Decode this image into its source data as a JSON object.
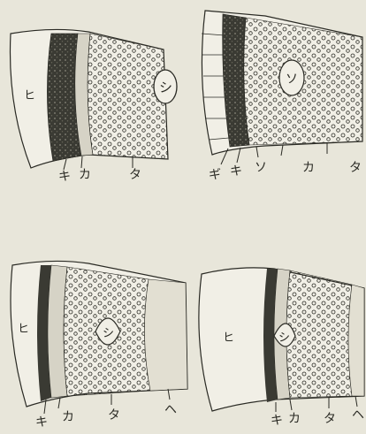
{
  "panels": [
    {
      "region_label": "ヒ",
      "inner_label": "シ",
      "bottom_labels": [
        "キ",
        "カ",
        "タ"
      ]
    },
    {
      "region_label": "",
      "inner_label": "ソ",
      "bottom_labels": [
        "ギ",
        "キ",
        "ソ",
        "カ",
        "タ"
      ]
    },
    {
      "region_label": "ヒ",
      "inner_label": "シ",
      "bottom_labels": [
        "キ",
        "カ",
        "タ",
        "ヘ"
      ]
    },
    {
      "region_label": "ヒ",
      "inner_label": "シ",
      "bottom_labels": [
        "キ",
        "カ",
        "タ",
        "ヘ"
      ]
    }
  ],
  "colors": {
    "paper": "#e8e6da",
    "ink": "#2a2a24",
    "dark_band": "#3a3a33"
  }
}
